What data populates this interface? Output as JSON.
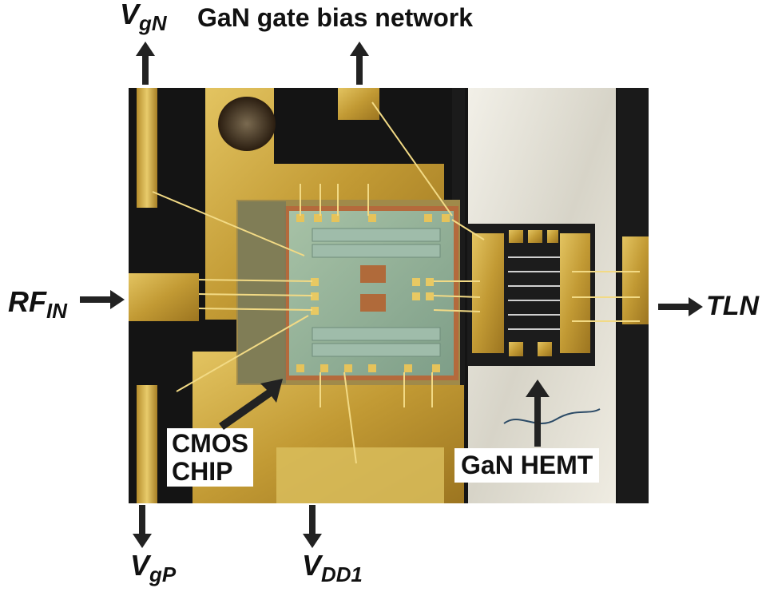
{
  "labels": {
    "vgn": {
      "main": "V",
      "sub": "gN"
    },
    "bias_network": "GaN gate bias network",
    "rf_in": {
      "main": "RF",
      "sub": "IN"
    },
    "tln": "TLN",
    "cmos_line1": "CMOS",
    "cmos_line2": "CHIP",
    "gan_hemt": "GaN HEMT",
    "vgp": {
      "main": "V",
      "sub": "gP"
    },
    "vdd1": {
      "main": "V",
      "sub": "DD1"
    }
  },
  "colors": {
    "gold": "#c9a640",
    "gold_dark": "#8a6a1c",
    "chip_green": "#8fb09a",
    "substrate_black": "#141414",
    "ceramic_white": "#e6e4dc",
    "arrow": "#222222"
  }
}
